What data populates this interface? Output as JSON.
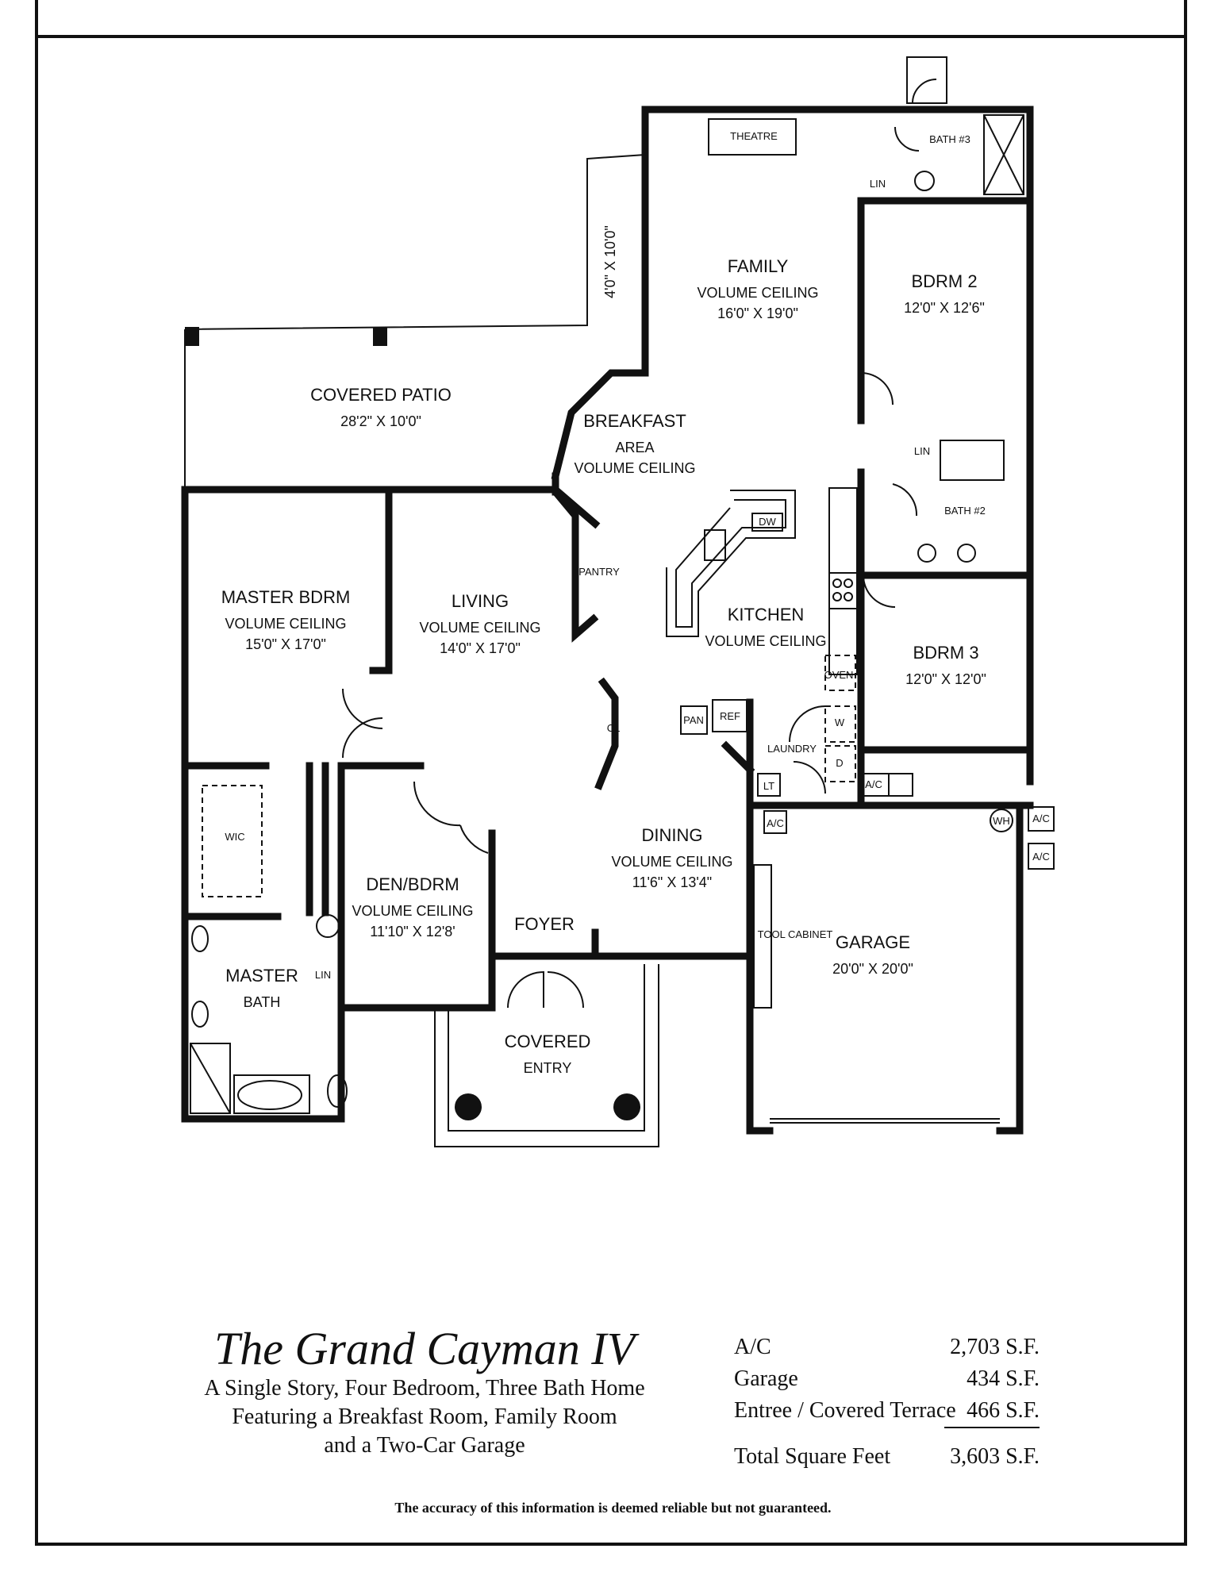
{
  "plan": {
    "rooms": [
      {
        "id": "theatre",
        "lines": [
          "THEATRE"
        ]
      },
      {
        "id": "bath3",
        "lines": [
          "BATH #3"
        ]
      },
      {
        "id": "lin-bath3",
        "lines": [
          "LIN"
        ]
      },
      {
        "id": "family",
        "lines": [
          "FAMILY",
          "VOLUME CEILING",
          "16'0\" X 19'0\""
        ]
      },
      {
        "id": "bdrm2",
        "lines": [
          "BDRM 2",
          "12'0\" X 12'6\""
        ]
      },
      {
        "id": "covered-patio",
        "lines": [
          "COVERED PATIO",
          "28'2\" X 10'0\""
        ]
      },
      {
        "id": "patio-ext",
        "lines": [
          "4'0\" X 10'0\""
        ]
      },
      {
        "id": "breakfast",
        "lines": [
          "BREAKFAST",
          "AREA",
          "VOLUME CEILING"
        ]
      },
      {
        "id": "lin-bath2",
        "lines": [
          "LIN"
        ]
      },
      {
        "id": "bath2",
        "lines": [
          "BATH #2"
        ]
      },
      {
        "id": "dw",
        "lines": [
          "DW"
        ]
      },
      {
        "id": "pantry",
        "lines": [
          "PANTRY"
        ]
      },
      {
        "id": "master-bdrm",
        "lines": [
          "MASTER BDRM",
          "VOLUME CEILING",
          "15'0\" X 17'0\""
        ]
      },
      {
        "id": "living",
        "lines": [
          "LIVING",
          "VOLUME CEILING",
          "14'0\" X 17'0\""
        ]
      },
      {
        "id": "kitchen",
        "lines": [
          "KITCHEN",
          "VOLUME CEILING"
        ]
      },
      {
        "id": "bdrm3",
        "lines": [
          "BDRM 3",
          "12'0\" X 12'0\""
        ]
      },
      {
        "id": "oven",
        "lines": [
          "OVEN"
        ]
      },
      {
        "id": "cl",
        "lines": [
          "CL"
        ]
      },
      {
        "id": "pan",
        "lines": [
          "PAN"
        ]
      },
      {
        "id": "ref",
        "lines": [
          "REF"
        ]
      },
      {
        "id": "laundry",
        "lines": [
          "LAUNDRY"
        ]
      },
      {
        "id": "w",
        "lines": [
          "W"
        ]
      },
      {
        "id": "d",
        "lines": [
          "D"
        ]
      },
      {
        "id": "lt",
        "lines": [
          "LT"
        ]
      },
      {
        "id": "ac1",
        "lines": [
          "A/C"
        ]
      },
      {
        "id": "ac2",
        "lines": [
          "A/C"
        ]
      },
      {
        "id": "ac3",
        "lines": [
          "A/C"
        ]
      },
      {
        "id": "ac4",
        "lines": [
          "A/C"
        ]
      },
      {
        "id": "wh",
        "lines": [
          "WH"
        ]
      },
      {
        "id": "wic",
        "lines": [
          "WIC"
        ]
      },
      {
        "id": "dining",
        "lines": [
          "DINING",
          "VOLUME CEILING",
          "11'6\" X 13'4\""
        ]
      },
      {
        "id": "den",
        "lines": [
          "DEN/BDRM",
          "VOLUME CEILING",
          "11'10\" X 12'8'"
        ]
      },
      {
        "id": "foyer",
        "lines": [
          "FOYER"
        ]
      },
      {
        "id": "tool-cabinet",
        "lines": [
          "TOOL CABINET"
        ]
      },
      {
        "id": "garage",
        "lines": [
          "GARAGE",
          "20'0\" X 20'0\""
        ]
      },
      {
        "id": "master-bath",
        "lines": [
          "MASTER",
          "BATH"
        ]
      },
      {
        "id": "lin-master",
        "lines": [
          "LIN"
        ]
      },
      {
        "id": "covered-entry",
        "lines": [
          "COVERED",
          "ENTRY"
        ]
      }
    ]
  },
  "title_block": {
    "title": "The Grand Cayman IV",
    "description": [
      "A Single Story, Four Bedroom, Three Bath Home",
      "Featuring a Breakfast Room, Family Room",
      "and a Two-Car Garage"
    ]
  },
  "square_footage": {
    "rows": [
      {
        "label": "A/C",
        "value": "2,703 S.F."
      },
      {
        "label": "Garage",
        "value": "434 S.F."
      },
      {
        "label": "Entree / Covered Terrace",
        "value": "466 S.F."
      }
    ],
    "total": {
      "label": "Total Square Feet",
      "value": "3,603 S.F."
    }
  },
  "disclaimer": "The accuracy of this information is deemed reliable but not guaranteed."
}
